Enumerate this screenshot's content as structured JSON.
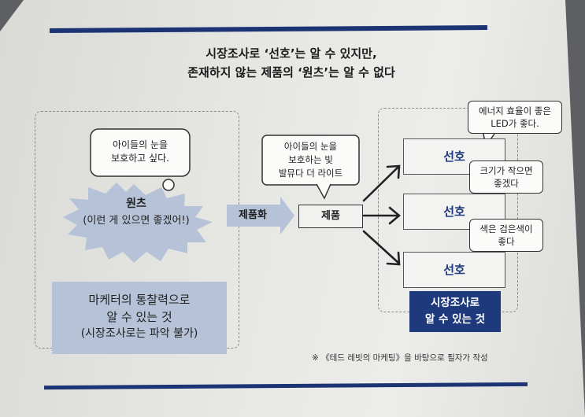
{
  "title": {
    "line1": "시장조사로 ‘선호’는 알 수 있지만,",
    "line2": "존재하지 않는 제품의 ‘원츠’는 알 수 없다"
  },
  "left": {
    "thought": {
      "line1": "아이들의 눈을",
      "line2": "보호하고 싶다."
    },
    "wants": {
      "title": "원츠",
      "subtitle": "(이런 게 있으면 좋겠어!)"
    },
    "marketer_box": {
      "line1": "마케터의 통찰력으로",
      "line2": "알 수 있는 것",
      "line3": "(시장조사로는 파악 불가)"
    }
  },
  "middle": {
    "productize_label": "제품화",
    "product_bubble": {
      "line1": "아이들의 눈을",
      "line2": "보호하는 빛",
      "line3": "발뮤다 더 라이트"
    },
    "product_label": "제품"
  },
  "right": {
    "preferences": [
      "선호",
      "선호",
      "선호"
    ],
    "bubbles": [
      {
        "line1": "에너지 효율이 좋은",
        "line2": "LED가 좋다."
      },
      {
        "line1": "크기가 작으면",
        "line2": "좋겠다"
      },
      {
        "line1": "색은 검은색이",
        "line2": "좋다"
      }
    ],
    "research_box": {
      "line1": "시장조사로",
      "line2": "알 수 있는 것"
    }
  },
  "source_note": "※ 《테드 레빗의 마케팅》을 바탕으로 필자가 작성",
  "colors": {
    "navy": "#1f3a7c",
    "light_blue": "#b5c2d8",
    "rule": "#1c3474"
  }
}
